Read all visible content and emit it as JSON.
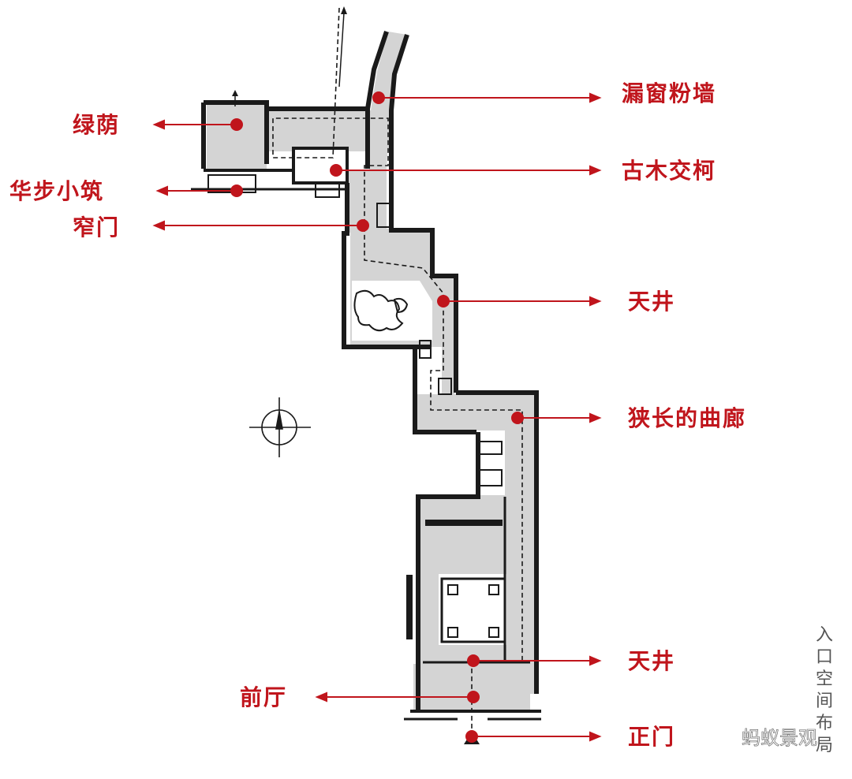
{
  "colors": {
    "label": "#c0151c",
    "dot": "#c0151c",
    "wall": "#1a1a1a",
    "floor": "#d4d4d4",
    "paper": "#ffffff"
  },
  "labels": {
    "louchuang_fenqiang": "漏窗粉墙",
    "lvyin": "绿荫",
    "gumu_jiaoke": "古木交柯",
    "huabu_xiaozhu": "华步小筑",
    "zhaimen": "窄门",
    "tianjing_upper": "天井",
    "xiachang_qulang": "狭长的曲廊",
    "tianjing_lower": "天井",
    "qianting": "前厅",
    "zhengmen": "正门"
  },
  "caption_vertical": [
    "入",
    "口",
    "空",
    "间",
    "布",
    "局"
  ],
  "watermark": {
    "icon": "wechat-icon",
    "text": "蚂蚁景观"
  }
}
